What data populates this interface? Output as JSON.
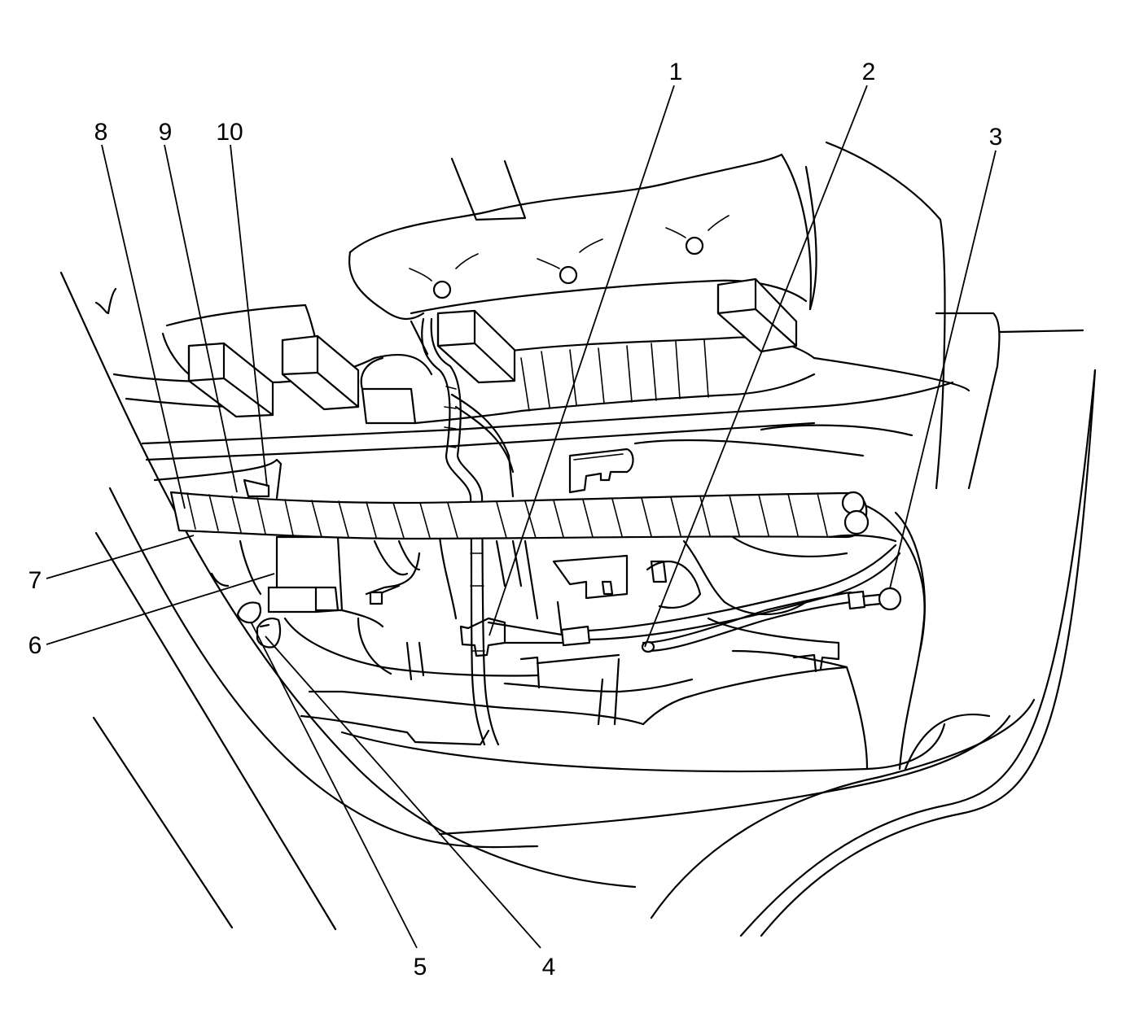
{
  "figure": {
    "callouts": [
      {
        "id": "1",
        "text": "1"
      },
      {
        "id": "2",
        "text": "2"
      },
      {
        "id": "3",
        "text": "3"
      },
      {
        "id": "4",
        "text": "4"
      },
      {
        "id": "5",
        "text": "5"
      },
      {
        "id": "6",
        "text": "6"
      },
      {
        "id": "7",
        "text": "7"
      },
      {
        "id": "8",
        "text": "8"
      },
      {
        "id": "9",
        "text": "9"
      },
      {
        "id": "10",
        "text": "10"
      }
    ]
  }
}
